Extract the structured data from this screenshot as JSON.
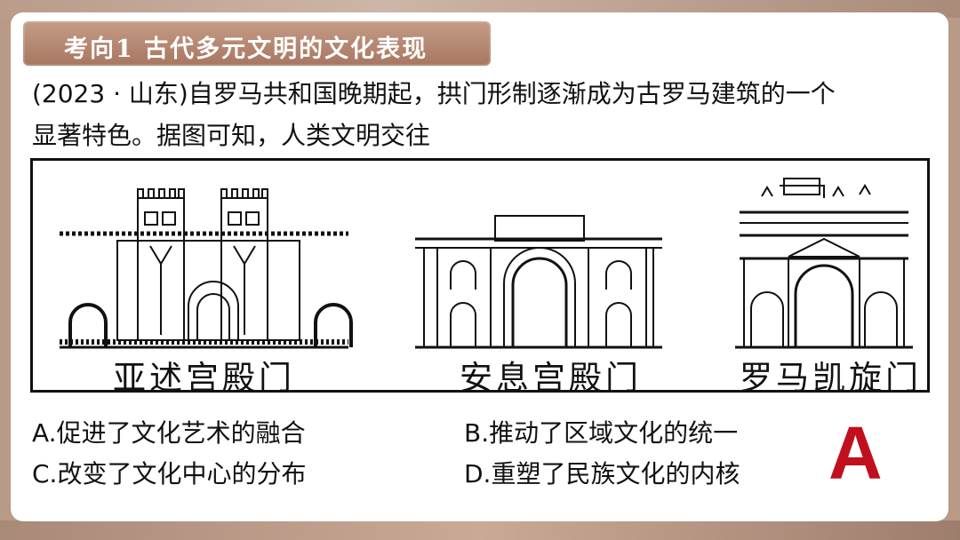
{
  "header": {
    "title": "考向1  古代多元文明的文化表现"
  },
  "question": {
    "line1": "(2023 · 山东)自罗马共和国晚期起，拱门形制逐渐成为古罗马建筑的一个",
    "line2": "显著特色。据图可知，人类文明交往"
  },
  "figure": {
    "captions": [
      "亚述宫殿门",
      "安息宫殿门",
      "罗马凯旋门"
    ]
  },
  "options": [
    {
      "text": "A.促进了文化艺术的融合"
    },
    {
      "text": "B.推动了区域文化的统一"
    },
    {
      "text": "C.改变了文化中心的分布"
    },
    {
      "text": "D.重塑了民族文化的内核"
    }
  ],
  "answer": "A",
  "colors": {
    "header_tab": "#b8866f",
    "answer": "#c0101e"
  }
}
